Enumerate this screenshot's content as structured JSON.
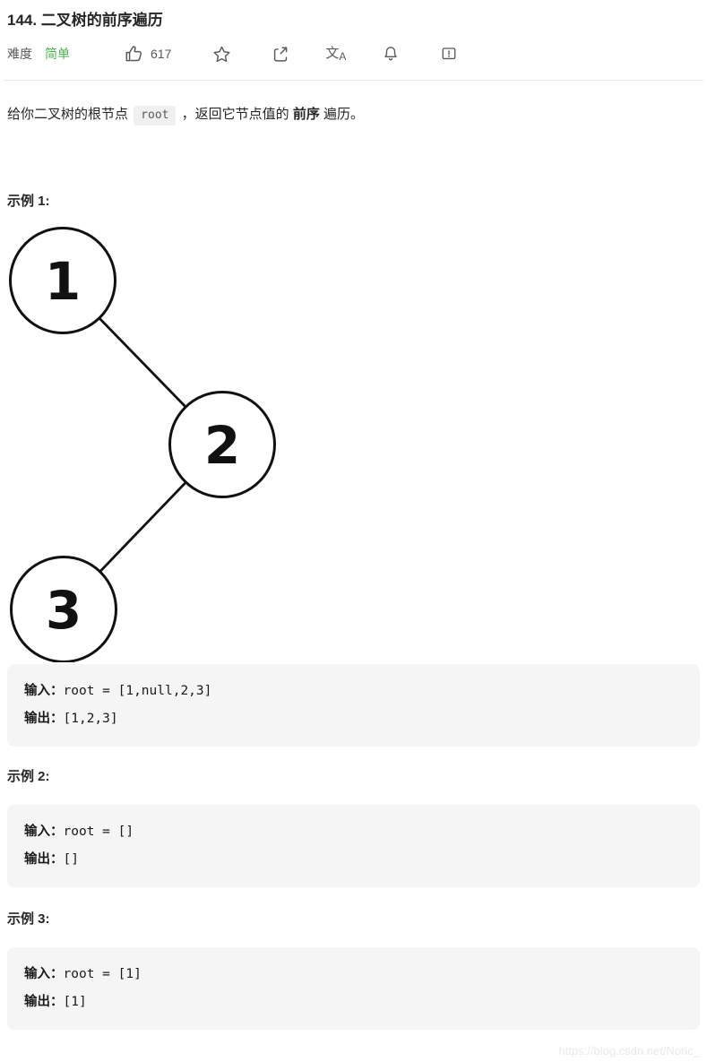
{
  "page": {
    "title": "144. 二叉树的前序遍历"
  },
  "meta": {
    "difficulty_label": "难度",
    "difficulty_value": "简单",
    "difficulty_color": "#4caf50",
    "likes_count": "617",
    "icons": {
      "like": "thumbs-up-icon",
      "favorite": "star-icon",
      "share": "share-icon",
      "translate": "translate-icon",
      "translate_glyph_main": "文",
      "translate_glyph_sub": "A",
      "notifications": "bell-icon",
      "feedback": "feedback-icon"
    }
  },
  "description": {
    "prefix": "给你二叉树的根节点 ",
    "code_chip": "root",
    "middle": " ，返回它节点值的 ",
    "bold": "前序",
    "suffix": " 遍历。"
  },
  "tree": {
    "nodes": [
      "1",
      "2",
      "3"
    ],
    "edges": [
      [
        "1",
        "2"
      ],
      [
        "2",
        "3"
      ]
    ]
  },
  "examples": [
    {
      "heading": "示例 1:",
      "input_label": "输入：",
      "input_value": "root = [1,null,2,3]",
      "output_label": "输出：",
      "output_value": "[1,2,3]"
    },
    {
      "heading": "示例 2:",
      "input_label": "输入：",
      "input_value": "root = []",
      "output_label": "输出：",
      "output_value": "[]"
    },
    {
      "heading": "示例 3:",
      "input_label": "输入：",
      "input_value": "root = [1]",
      "output_label": "输出：",
      "output_value": "[1]"
    }
  ],
  "watermark": "https://blog.csdn.net/Noric_",
  "colors": {
    "text": "#262626",
    "secondary_text": "#595959",
    "divider": "#e7e7e7",
    "code_block_bg": "#f5f5f5",
    "code_chip_bg": "#f0f0f0",
    "difficulty_green": "#4caf50"
  }
}
